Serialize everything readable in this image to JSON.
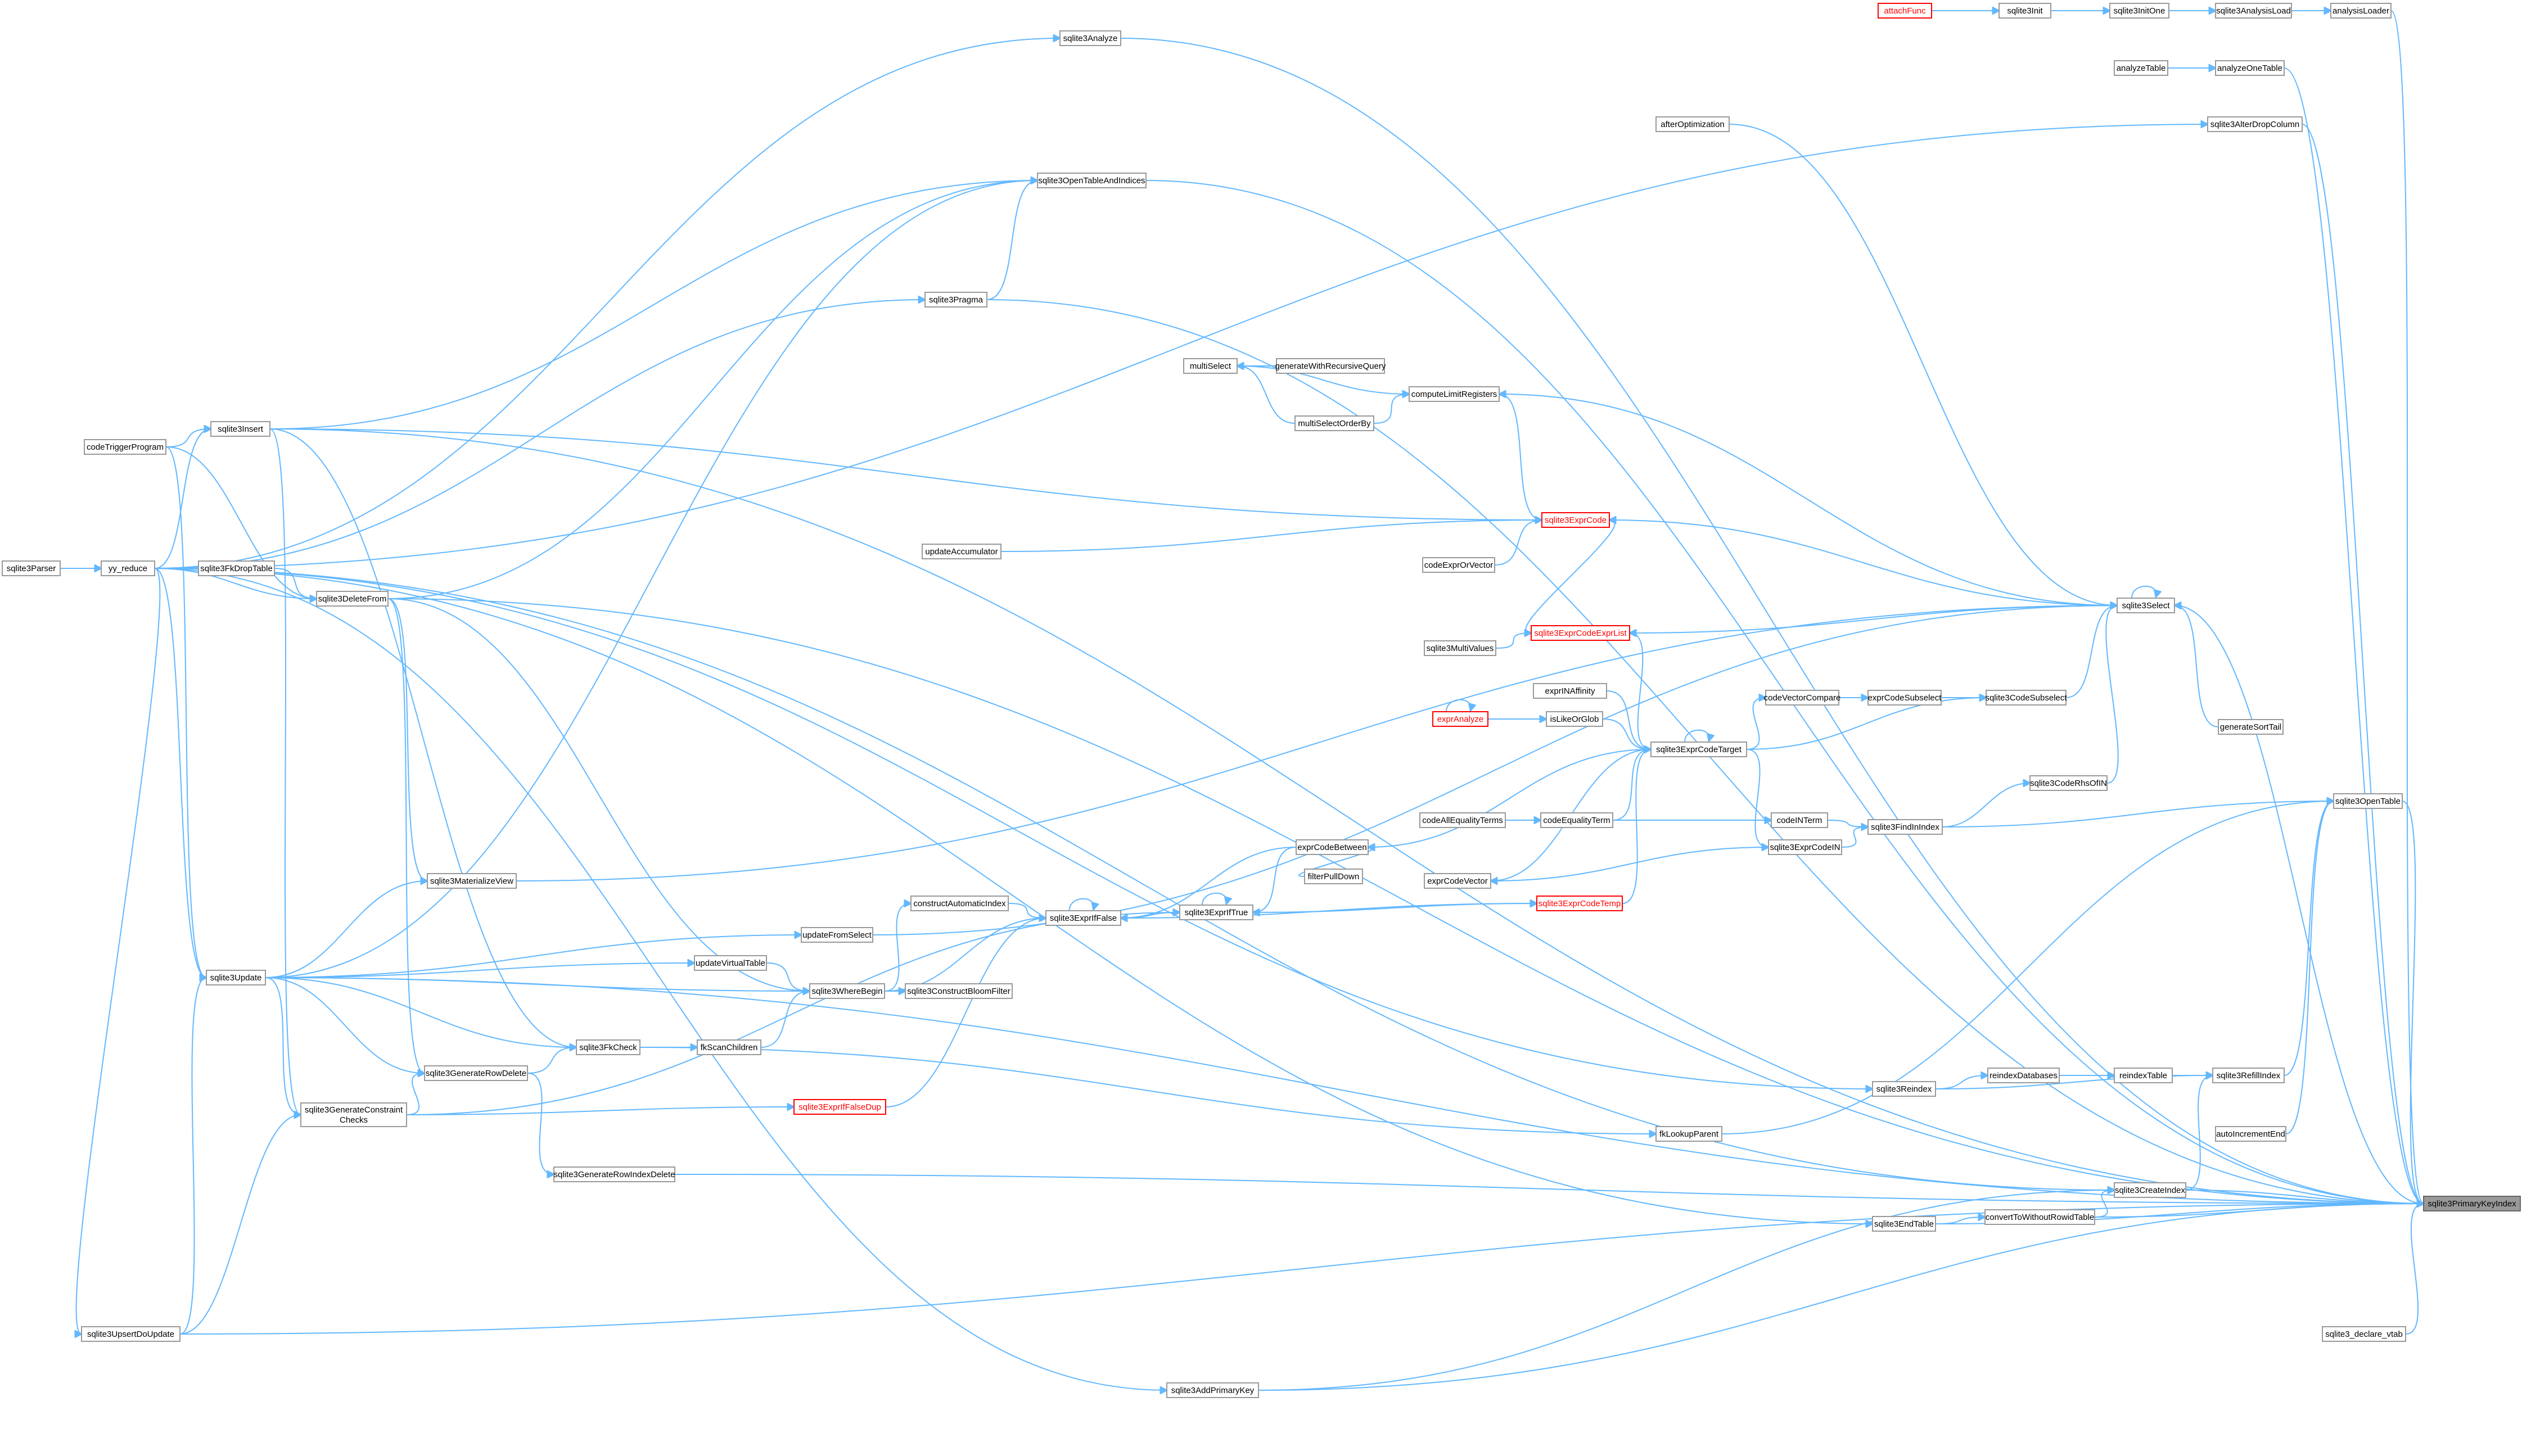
{
  "diagram": {
    "type": "call-graph",
    "focus_node": "sqlite3PrimaryKeyIndex",
    "colors": {
      "edge": "#63b8ff",
      "node_border": "#999999",
      "highlight_border": "#ff0000",
      "focus_fill": "#999999"
    },
    "nodes": [
      {
        "id": "attachFunc",
        "label": "attachFunc",
        "highlight": true
      },
      {
        "id": "sqlite3Init",
        "label": "sqlite3Init"
      },
      {
        "id": "sqlite3InitOne",
        "label": "sqlite3InitOne"
      },
      {
        "id": "sqlite3AnalysisLoad",
        "label": "sqlite3AnalysisLoad"
      },
      {
        "id": "analysisLoader",
        "label": "analysisLoader"
      },
      {
        "id": "sqlite3Analyze",
        "label": "sqlite3Analyze"
      },
      {
        "id": "analyzeTable",
        "label": "analyzeTable"
      },
      {
        "id": "analyzeOneTable",
        "label": "analyzeOneTable"
      },
      {
        "id": "sqlite3AlterDropColumn",
        "label": "sqlite3AlterDropColumn"
      },
      {
        "id": "afterOptimization",
        "label": "afterOptimization"
      },
      {
        "id": "sqlite3OpenTableAndIndices",
        "label": "sqlite3OpenTableAndIndices"
      },
      {
        "id": "sqlite3Pragma",
        "label": "sqlite3Pragma"
      },
      {
        "id": "multiSelect",
        "label": "multiSelect"
      },
      {
        "id": "generateWithRecursiveQuery",
        "label": "generateWithRecursiveQuery"
      },
      {
        "id": "computeLimitRegisters",
        "label": "computeLimitRegisters"
      },
      {
        "id": "multiSelectOrderBy",
        "label": "multiSelectOrderBy"
      },
      {
        "id": "codeTriggerProgram",
        "label": "codeTriggerProgram"
      },
      {
        "id": "sqlite3Insert",
        "label": "sqlite3Insert"
      },
      {
        "id": "sqlite3ExprCode",
        "label": "sqlite3ExprCode",
        "highlight": true
      },
      {
        "id": "sqlite3Parser",
        "label": "sqlite3Parser"
      },
      {
        "id": "yy_reduce",
        "label": "yy_reduce"
      },
      {
        "id": "sqlite3FkDropTable",
        "label": "sqlite3FkDropTable"
      },
      {
        "id": "updateAccumulator",
        "label": "updateAccumulator"
      },
      {
        "id": "codeExprOrVector",
        "label": "codeExprOrVector"
      },
      {
        "id": "sqlite3DeleteFrom",
        "label": "sqlite3DeleteFrom"
      },
      {
        "id": "sqlite3Select",
        "label": "sqlite3Select"
      },
      {
        "id": "sqlite3ExprCodeExprList",
        "label": "sqlite3ExprCodeExprList",
        "highlight": true
      },
      {
        "id": "sqlite3MultiValues",
        "label": "sqlite3MultiValues"
      },
      {
        "id": "exprINAffinity",
        "label": "exprINAffinity"
      },
      {
        "id": "codeVectorCompare",
        "label": "codeVectorCompare"
      },
      {
        "id": "exprCodeSubselect",
        "label": "exprCodeSubselect"
      },
      {
        "id": "sqlite3CodeSubselect",
        "label": "sqlite3CodeSubselect"
      },
      {
        "id": "exprAnalyze",
        "label": "exprAnalyze",
        "highlight": true
      },
      {
        "id": "isLikeOrGlob",
        "label": "isLikeOrGlob"
      },
      {
        "id": "generateSortTail",
        "label": "generateSortTail"
      },
      {
        "id": "sqlite3ExprCodeTarget",
        "label": "sqlite3ExprCodeTarget"
      },
      {
        "id": "sqlite3CodeRhsOfIN",
        "label": "sqlite3CodeRhsOfIN"
      },
      {
        "id": "sqlite3OpenTable",
        "label": "sqlite3OpenTable"
      },
      {
        "id": "codeAllEqualityTerms",
        "label": "codeAllEqualityTerms"
      },
      {
        "id": "codeEqualityTerm",
        "label": "codeEqualityTerm"
      },
      {
        "id": "codeINTerm",
        "label": "codeINTerm"
      },
      {
        "id": "sqlite3FindInIndex",
        "label": "sqlite3FindInIndex"
      },
      {
        "id": "sqlite3ExprCodeIN",
        "label": "sqlite3ExprCodeIN"
      },
      {
        "id": "exprCodeBetween",
        "label": "exprCodeBetween"
      },
      {
        "id": "filterPullDown",
        "label": "filterPullDown"
      },
      {
        "id": "sqlite3MaterializeView",
        "label": "sqlite3MaterializeView"
      },
      {
        "id": "exprCodeVector",
        "label": "exprCodeVector"
      },
      {
        "id": "sqlite3ExprCodeTemp",
        "label": "sqlite3ExprCodeTemp",
        "highlight": true
      },
      {
        "id": "constructAutomaticIndex",
        "label": "constructAutomaticIndex"
      },
      {
        "id": "sqlite3ExprIfFalse",
        "label": "sqlite3ExprIfFalse"
      },
      {
        "id": "sqlite3ExprIfTrue",
        "label": "sqlite3ExprIfTrue"
      },
      {
        "id": "updateFromSelect",
        "label": "updateFromSelect"
      },
      {
        "id": "sqlite3Update",
        "label": "sqlite3Update"
      },
      {
        "id": "updateVirtualTable",
        "label": "updateVirtualTable"
      },
      {
        "id": "sqlite3WhereBegin",
        "label": "sqlite3WhereBegin"
      },
      {
        "id": "sqlite3ConstructBloomFilter",
        "label": "sqlite3ConstructBloomFilter"
      },
      {
        "id": "fkScanChildren",
        "label": "fkScanChildren"
      },
      {
        "id": "sqlite3FkCheck",
        "label": "sqlite3FkCheck"
      },
      {
        "id": "sqlite3GenerateRowDelete",
        "label": "sqlite3GenerateRowDelete"
      },
      {
        "id": "sqlite3Reindex",
        "label": "sqlite3Reindex"
      },
      {
        "id": "reindexDatabases",
        "label": "reindexDatabases"
      },
      {
        "id": "reindexTable",
        "label": "reindexTable"
      },
      {
        "id": "sqlite3RefillIndex",
        "label": "sqlite3RefillIndex"
      },
      {
        "id": "sqlite3GenerateConstraintChecks",
        "label": "sqlite3GenerateConstraint",
        "label_line2": "Checks"
      },
      {
        "id": "sqlite3ExprIfFalseDup",
        "label": "sqlite3ExprIfFalseDup",
        "highlight": true
      },
      {
        "id": "fkLookupParent",
        "label": "fkLookupParent"
      },
      {
        "id": "autoIncrementEnd",
        "label": "autoIncrementEnd"
      },
      {
        "id": "sqlite3GenerateRowIndexDelete",
        "label": "sqlite3GenerateRowIndexDelete"
      },
      {
        "id": "sqlite3CreateIndex",
        "label": "sqlite3CreateIndex"
      },
      {
        "id": "sqlite3EndTable",
        "label": "sqlite3EndTable"
      },
      {
        "id": "convertToWithoutRowidTable",
        "label": "convertToWithoutRowidTable"
      },
      {
        "id": "sqlite3PrimaryKeyIndex",
        "label": "sqlite3PrimaryKeyIndex",
        "focus": true
      },
      {
        "id": "sqlite3UpsertDoUpdate",
        "label": "sqlite3UpsertDoUpdate"
      },
      {
        "id": "sqlite3_declare_vtab",
        "label": "sqlite3_declare_vtab"
      },
      {
        "id": "sqlite3AddPrimaryKey",
        "label": "sqlite3AddPrimaryKey"
      }
    ],
    "edges": [
      [
        "attachFunc",
        "sqlite3Init"
      ],
      [
        "sqlite3Init",
        "sqlite3InitOne"
      ],
      [
        "sqlite3InitOne",
        "sqlite3AnalysisLoad"
      ],
      [
        "sqlite3AnalysisLoad",
        "analysisLoader"
      ],
      [
        "analysisLoader",
        "sqlite3PrimaryKeyIndex"
      ],
      [
        "sqlite3Analyze",
        "sqlite3PrimaryKeyIndex"
      ],
      [
        "yy_reduce",
        "sqlite3Analyze"
      ],
      [
        "analyzeTable",
        "analyzeOneTable"
      ],
      [
        "analyzeOneTable",
        "sqlite3PrimaryKeyIndex"
      ],
      [
        "sqlite3AlterDropColumn",
        "sqlite3PrimaryKeyIndex"
      ],
      [
        "yy_reduce",
        "sqlite3AlterDropColumn"
      ],
      [
        "afterOptimization",
        "sqlite3Select"
      ],
      [
        "sqlite3Pragma",
        "sqlite3OpenTableAndIndices"
      ],
      [
        "sqlite3Insert",
        "sqlite3OpenTableAndIndices"
      ],
      [
        "sqlite3Update",
        "sqlite3OpenTableAndIndices"
      ],
      [
        "sqlite3DeleteFrom",
        "sqlite3OpenTableAndIndices"
      ],
      [
        "sqlite3OpenTableAndIndices",
        "sqlite3PrimaryKeyIndex"
      ],
      [
        "yy_reduce",
        "sqlite3Pragma"
      ],
      [
        "sqlite3Pragma",
        "sqlite3PrimaryKeyIndex"
      ],
      [
        "generateWithRecursiveQuery",
        "multiSelect"
      ],
      [
        "multiSelectOrderBy",
        "multiSelect"
      ],
      [
        "multiSelect",
        "computeLimitRegisters"
      ],
      [
        "multiSelectOrderBy",
        "computeLimitRegisters"
      ],
      [
        "sqlite3ExprCode",
        "computeLimitRegisters"
      ],
      [
        "computeLimitRegisters",
        "sqlite3Select"
      ],
      [
        "codeTriggerProgram",
        "sqlite3Insert"
      ],
      [
        "yy_reduce",
        "sqlite3Insert"
      ],
      [
        "sqlite3Insert",
        "sqlite3ExprCode"
      ],
      [
        "sqlite3Insert",
        "sqlite3PrimaryKeyIndex"
      ],
      [
        "sqlite3Parser",
        "yy_reduce"
      ],
      [
        "codeTriggerProgram",
        "sqlite3DeleteFrom"
      ],
      [
        "sqlite3FkDropTable",
        "sqlite3DeleteFrom"
      ],
      [
        "yy_reduce",
        "sqlite3DeleteFrom"
      ],
      [
        "sqlite3DeleteFrom",
        "sqlite3PrimaryKeyIndex"
      ],
      [
        "updateAccumulator",
        "sqlite3ExprCode"
      ],
      [
        "codeExprOrVector",
        "sqlite3ExprCode"
      ],
      [
        "sqlite3Select",
        "sqlite3ExprCode"
      ],
      [
        "sqlite3ExprCodeExprList",
        "sqlite3ExprCode"
      ],
      [
        "sqlite3MultiValues",
        "sqlite3ExprCodeExprList"
      ],
      [
        "sqlite3Select",
        "sqlite3ExprCodeExprList"
      ],
      [
        "sqlite3ExprCodeExprList",
        "sqlite3ExprCodeTarget"
      ],
      [
        "exprINAffinity",
        "sqlite3ExprCodeTarget"
      ],
      [
        "codeVectorCompare",
        "exprCodeSubselect"
      ],
      [
        "exprCodeSubselect",
        "sqlite3CodeSubselect"
      ],
      [
        "sqlite3CodeSubselect",
        "sqlite3Select"
      ],
      [
        "exprAnalyze",
        "isLikeOrGlob"
      ],
      [
        "exprAnalyze",
        "exprAnalyze"
      ],
      [
        "isLikeOrGlob",
        "sqlite3ExprCodeTarget"
      ],
      [
        "generateSortTail",
        "sqlite3Select"
      ],
      [
        "sqlite3ExprCodeTarget",
        "codeVectorCompare"
      ],
      [
        "sqlite3ExprCodeTarget",
        "sqlite3CodeSubselect"
      ],
      [
        "sqlite3ExprCodeTarget",
        "sqlite3ExprCodeIN"
      ],
      [
        "sqlite3CodeRhsOfIN",
        "sqlite3Select"
      ],
      [
        "sqlite3FindInIndex",
        "sqlite3CodeRhsOfIN"
      ],
      [
        "sqlite3FindInIndex",
        "sqlite3OpenTable"
      ],
      [
        "sqlite3OpenTable",
        "sqlite3PrimaryKeyIndex"
      ],
      [
        "codeAllEqualityTerms",
        "codeEqualityTerm"
      ],
      [
        "codeEqualityTerm",
        "sqlite3ExprCodeTarget"
      ],
      [
        "codeEqualityTerm",
        "codeINTerm"
      ],
      [
        "codeINTerm",
        "sqlite3FindInIndex"
      ],
      [
        "sqlite3ExprCodeIN",
        "sqlite3FindInIndex"
      ],
      [
        "sqlite3ExprCodeTarget",
        "exprCodeBetween"
      ],
      [
        "filterPullDown",
        "exprCodeBetween"
      ],
      [
        "sqlite3MaterializeView",
        "sqlite3Select"
      ],
      [
        "exprCodeVector",
        "sqlite3ExprCodeTarget"
      ],
      [
        "sqlite3ExprCodeTemp",
        "sqlite3ExprCodeTarget"
      ],
      [
        "sqlite3ExprCodeIN",
        "exprCodeVector"
      ],
      [
        "constructAutomaticIndex",
        "sqlite3ExprIfFalse"
      ],
      [
        "sqlite3ExprIfTrue",
        "sqlite3ExprIfFalse"
      ],
      [
        "exprCodeBetween",
        "sqlite3ExprIfFalse"
      ],
      [
        "sqlite3ExprIfFalse",
        "sqlite3ExprCodeTemp"
      ],
      [
        "sqlite3ExprIfTrue",
        "sqlite3ExprCodeTemp"
      ],
      [
        "exprCodeBetween",
        "sqlite3ExprIfTrue"
      ],
      [
        "sqlite3ExprIfTrue",
        "sqlite3ExprIfTrue"
      ],
      [
        "updateFromSelect",
        "sqlite3Select"
      ],
      [
        "sqlite3Update",
        "updateFromSelect"
      ],
      [
        "sqlite3Update",
        "updateVirtualTable"
      ],
      [
        "sqlite3Update",
        "sqlite3WhereBegin"
      ],
      [
        "updateVirtualTable",
        "sqlite3WhereBegin"
      ],
      [
        "sqlite3WhereBegin",
        "sqlite3ExprIfFalse"
      ],
      [
        "sqlite3WhereBegin",
        "sqlite3ConstructBloomFilter"
      ],
      [
        "sqlite3WhereBegin",
        "constructAutomaticIndex"
      ],
      [
        "fkScanChildren",
        "sqlite3WhereBegin"
      ],
      [
        "sqlite3FkCheck",
        "fkScanChildren"
      ],
      [
        "sqlite3GenerateRowDelete",
        "sqlite3FkCheck"
      ],
      [
        "sqlite3Update",
        "sqlite3FkCheck"
      ],
      [
        "sqlite3Insert",
        "sqlite3FkCheck"
      ],
      [
        "sqlite3Reindex",
        "reindexDatabases"
      ],
      [
        "reindexDatabases",
        "reindexTable"
      ],
      [
        "reindexTable",
        "sqlite3RefillIndex"
      ],
      [
        "sqlite3Reindex",
        "sqlite3RefillIndex"
      ],
      [
        "sqlite3RefillIndex",
        "sqlite3OpenTable"
      ],
      [
        "sqlite3GenerateConstraintChecks",
        "sqlite3GenerateRowDelete"
      ],
      [
        "sqlite3GenerateConstraintChecks",
        "sqlite3ExprIfFalseDup"
      ],
      [
        "sqlite3ExprIfFalseDup",
        "sqlite3ExprIfFalse"
      ],
      [
        "sqlite3GenerateConstraintChecks",
        "sqlite3ExprIfTrue"
      ],
      [
        "fkLookupParent",
        "sqlite3OpenTable"
      ],
      [
        "sqlite3FkCheck",
        "fkLookupParent"
      ],
      [
        "autoIncrementEnd",
        "sqlite3OpenTable"
      ],
      [
        "sqlite3GenerateRowIndexDelete",
        "sqlite3PrimaryKeyIndex"
      ],
      [
        "sqlite3GenerateRowDelete",
        "sqlite3GenerateRowIndexDelete"
      ],
      [
        "sqlite3CreateIndex",
        "sqlite3PrimaryKeyIndex"
      ],
      [
        "sqlite3CreateIndex",
        "sqlite3RefillIndex"
      ],
      [
        "sqlite3EndTable",
        "convertToWithoutRowidTable"
      ],
      [
        "convertToWithoutRowidTable",
        "sqlite3CreateIndex"
      ],
      [
        "convertToWithoutRowidTable",
        "sqlite3PrimaryKeyIndex"
      ],
      [
        "sqlite3EndTable",
        "sqlite3PrimaryKeyIndex"
      ],
      [
        "sqlite3UpsertDoUpdate",
        "sqlite3PrimaryKeyIndex"
      ],
      [
        "sqlite3UpsertDoUpdate",
        "sqlite3Update"
      ],
      [
        "sqlite3UpsertDoUpdate",
        "sqlite3GenerateConstraintChecks"
      ],
      [
        "sqlite3_declare_vtab",
        "sqlite3PrimaryKeyIndex"
      ],
      [
        "sqlite3AddPrimaryKey",
        "sqlite3PrimaryKeyIndex"
      ],
      [
        "sqlite3AddPrimaryKey",
        "sqlite3CreateIndex"
      ],
      [
        "yy_reduce",
        "sqlite3AddPrimaryKey"
      ],
      [
        "yy_reduce",
        "sqlite3EndTable"
      ],
      [
        "yy_reduce",
        "sqlite3CreateIndex"
      ],
      [
        "yy_reduce",
        "sqlite3Update"
      ],
      [
        "yy_reduce",
        "sqlite3Reindex"
      ],
      [
        "yy_reduce",
        "sqlite3UpsertDoUpdate"
      ],
      [
        "codeTriggerProgram",
        "sqlite3Update"
      ],
      [
        "sqlite3Select",
        "sqlite3PrimaryKeyIndex"
      ],
      [
        "sqlite3Update",
        "sqlite3GenerateConstraintChecks"
      ],
      [
        "sqlite3Insert",
        "sqlite3GenerateConstraintChecks"
      ],
      [
        "sqlite3Update",
        "sqlite3GenerateRowDelete"
      ],
      [
        "sqlite3DeleteFrom",
        "sqlite3GenerateRowDelete"
      ],
      [
        "sqlite3Update",
        "sqlite3MaterializeView"
      ],
      [
        "sqlite3DeleteFrom",
        "sqlite3MaterializeView"
      ],
      [
        "sqlite3DeleteFrom",
        "sqlite3WhereBegin"
      ],
      [
        "sqlite3Update",
        "sqlite3PrimaryKeyIndex"
      ],
      [
        "sqlite3Select",
        "sqlite3Select"
      ],
      [
        "sqlite3ExprCodeTarget",
        "sqlite3ExprCodeTarget"
      ],
      [
        "sqlite3ExprIfFalse",
        "sqlite3ExprIfFalse"
      ]
    ]
  }
}
